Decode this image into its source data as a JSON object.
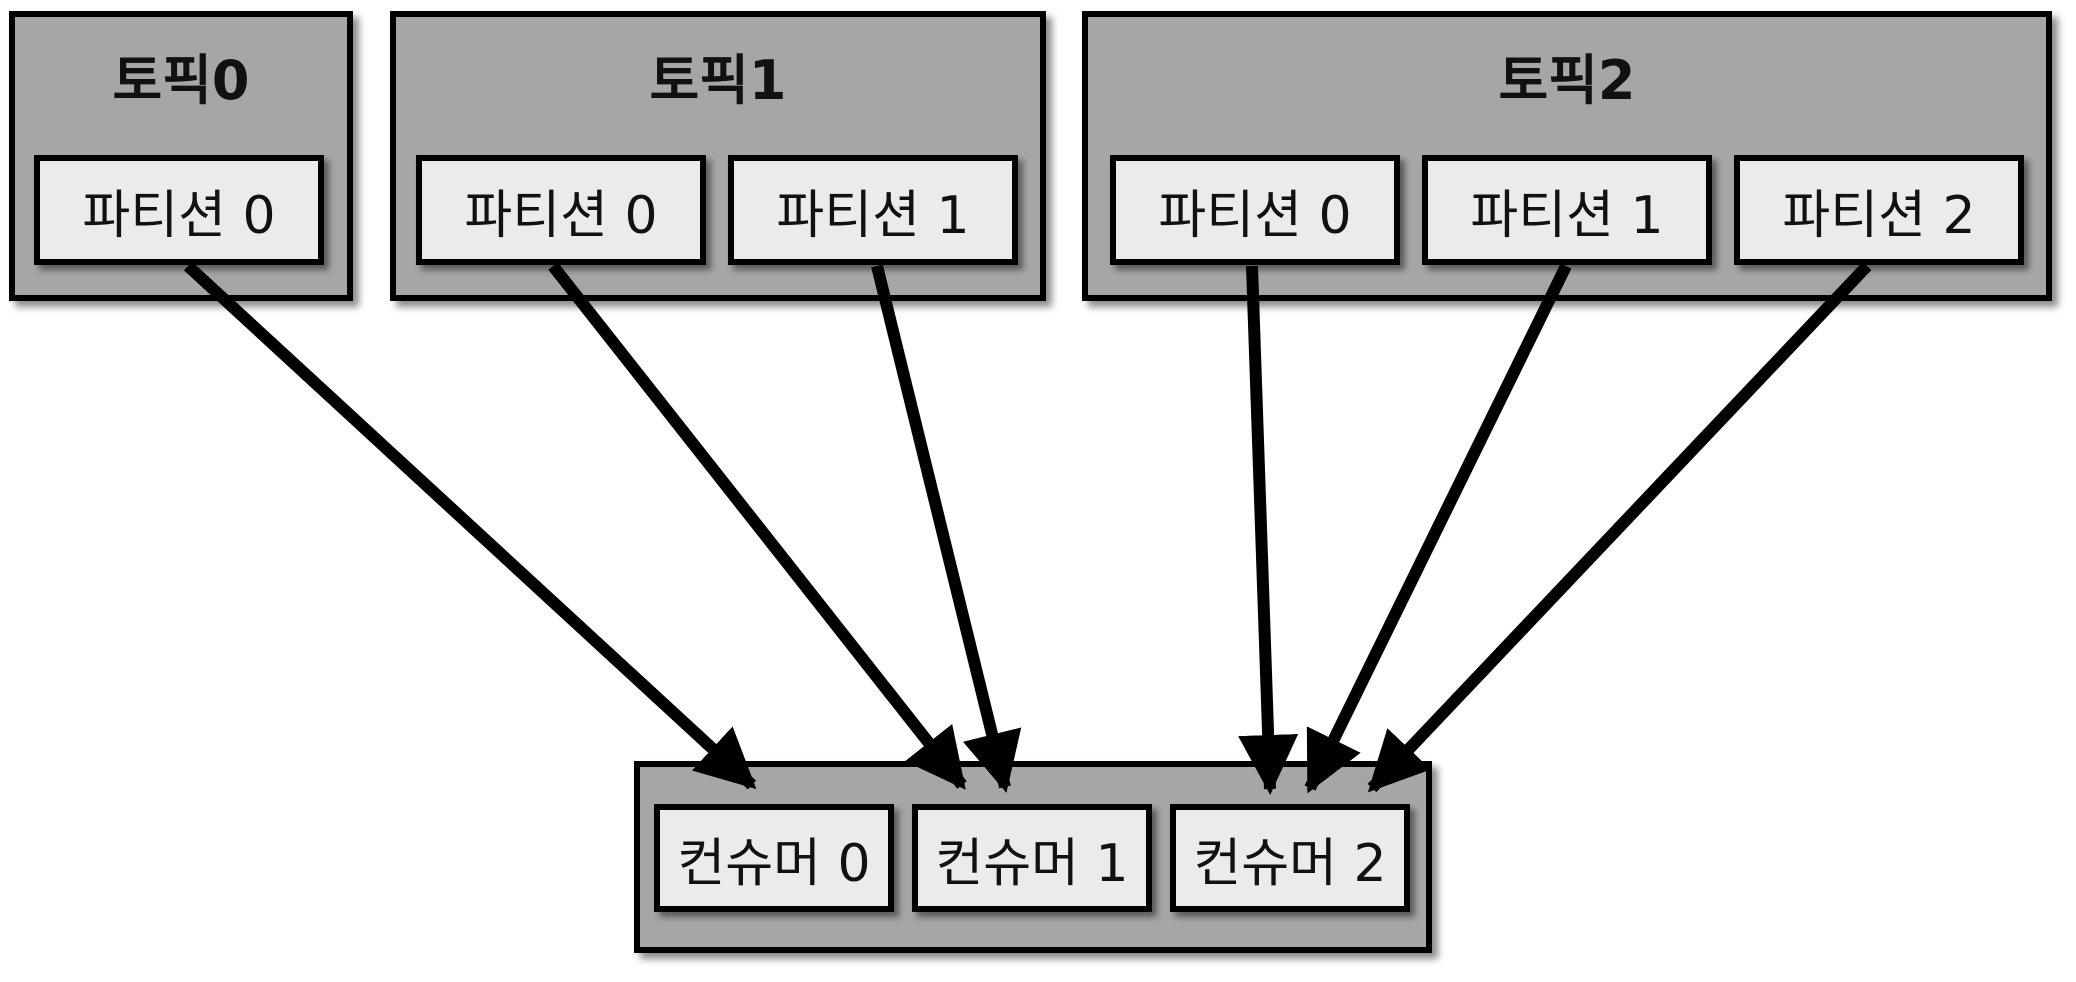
{
  "topics": [
    {
      "title": "토픽0",
      "partitions": [
        "파티션 0"
      ]
    },
    {
      "title": "토픽1",
      "partitions": [
        "파티션 0",
        "파티션 1"
      ]
    },
    {
      "title": "토픽2",
      "partitions": [
        "파티션 0",
        "파티션 1",
        "파티션 2"
      ]
    }
  ],
  "consumers": [
    "컨슈머 0",
    "컨슈머 1",
    "컨슈머 2"
  ],
  "assignments": [
    {
      "from": "토픽0 파티션 0",
      "to": "컨슈머 0"
    },
    {
      "from": "토픽1 파티션 0",
      "to": "컨슈머 1"
    },
    {
      "from": "토픽1 파티션 1",
      "to": "컨슈머 1"
    },
    {
      "from": "토픽2 파티션 0",
      "to": "컨슈머 2"
    },
    {
      "from": "토픽2 파티션 1",
      "to": "컨슈머 2"
    },
    {
      "from": "토픽2 파티션 2",
      "to": "컨슈머 2"
    }
  ],
  "colors": {
    "container": "#a6a6a6",
    "box": "#ebebeb",
    "stroke": "#000000"
  }
}
